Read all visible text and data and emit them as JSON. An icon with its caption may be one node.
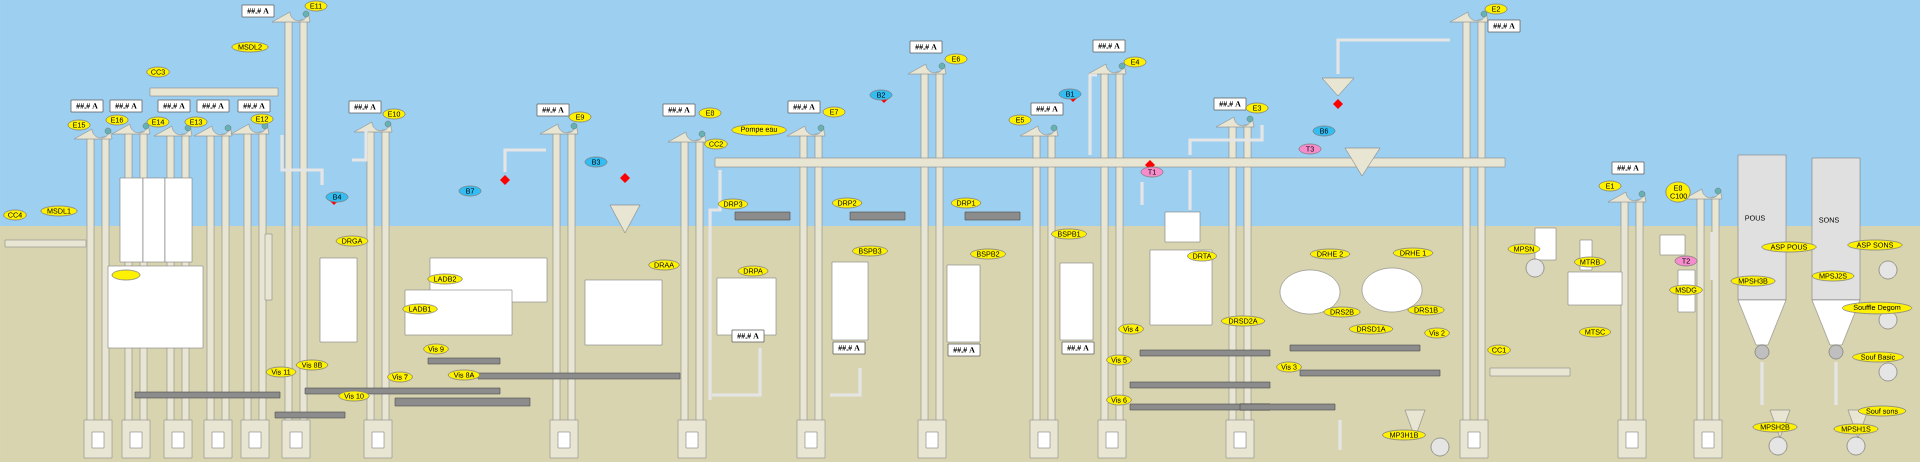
{
  "diagram": {
    "nodes": [
      {
        "text": [
          "##.# A"
        ]
      },
      {
        "text": [
          "E11"
        ]
      },
      {
        "text": [
          "E2"
        ]
      },
      {
        "text": [
          "##.# A"
        ]
      },
      {
        "text": [
          "##.# A"
        ]
      },
      {
        "text": [
          "##.# A"
        ]
      },
      {
        "text": [
          "MSDL2"
        ]
      },
      {
        "text": [
          "E6"
        ]
      },
      {
        "text": [
          "E4"
        ]
      },
      {
        "text": [
          "CC3"
        ]
      },
      {
        "text": [
          "B1"
        ]
      },
      {
        "text": [
          "B2"
        ]
      },
      {
        "text": [
          "##.# A"
        ]
      },
      {
        "text": [
          "##.# A"
        ]
      },
      {
        "text": [
          "##.# A"
        ]
      },
      {
        "text": [
          "##.# A"
        ]
      },
      {
        "text": [
          "##.# A"
        ]
      },
      {
        "text": [
          "##.# A"
        ]
      },
      {
        "text": [
          "##.# A"
        ]
      },
      {
        "text": [
          "##.# A"
        ]
      },
      {
        "text": [
          "E3"
        ]
      },
      {
        "text": [
          "##.# A"
        ]
      },
      {
        "text": [
          "##.# A"
        ]
      },
      {
        "text": [
          "##.# A"
        ]
      },
      {
        "text": [
          "E8"
        ]
      },
      {
        "text": [
          "E10"
        ]
      },
      {
        "text": [
          "E7"
        ]
      },
      {
        "text": [
          "E9"
        ]
      },
      {
        "text": [
          "E12"
        ]
      },
      {
        "text": [
          "E16"
        ]
      },
      {
        "text": [
          "E5"
        ]
      },
      {
        "text": [
          "E14"
        ]
      },
      {
        "text": [
          "E13"
        ]
      },
      {
        "text": [
          "E15"
        ]
      },
      {
        "text": [
          "Pompe eau"
        ]
      },
      {
        "text": [
          "B6"
        ]
      },
      {
        "text": [
          "CC2"
        ]
      },
      {
        "text": [
          "T3"
        ]
      },
      {
        "text": [
          "B3"
        ]
      },
      {
        "text": [
          "##.# A"
        ]
      },
      {
        "text": [
          "T1"
        ]
      },
      {
        "text": [
          "E1"
        ]
      },
      {
        "text": [
          "E8 C100"
        ]
      },
      {
        "text": [
          "B7"
        ]
      },
      {
        "text": [
          "B4"
        ]
      },
      {
        "text": [
          "DRP2"
        ]
      },
      {
        "text": [
          "DRP3"
        ]
      },
      {
        "text": [
          "DRP1"
        ]
      },
      {
        "text": [
          "MSDL1"
        ]
      },
      {
        "text": [
          "CC4"
        ]
      },
      {
        "text": [
          "POUS"
        ]
      },
      {
        "text": [
          "SONS"
        ]
      },
      {
        "text": [
          "BSPB1"
        ]
      },
      {
        "text": [
          "DRGA"
        ]
      },
      {
        "text": [
          "ASP SONS"
        ]
      },
      {
        "text": [
          "ASP POUS"
        ]
      },
      {
        "text": [
          "MPSN"
        ]
      },
      {
        "text": [
          "BSPB3"
        ]
      },
      {
        "text": [
          "DRHE 1"
        ]
      },
      {
        "text": [
          "DRHE 2"
        ]
      },
      {
        "text": [
          "BSPB2"
        ]
      },
      {
        "text": [
          "DRTA"
        ]
      },
      {
        "text": [
          "MTRB"
        ]
      },
      {
        "text": [
          "T2"
        ]
      },
      {
        "text": [
          "DRAA"
        ]
      },
      {
        "text": [
          "DRPA"
        ]
      },
      {
        "text": [],
        "shape": "ellipse"
      },
      {
        "text": [
          "MPSJ2S"
        ]
      },
      {
        "text": [
          "LADB2"
        ]
      },
      {
        "text": [
          "MPSH3B"
        ]
      },
      {
        "text": [
          "MSDG"
        ]
      },
      {
        "text": [
          "Souffle Degom"
        ]
      },
      {
        "text": [
          "LADB1"
        ]
      },
      {
        "text": [
          "DRS1B"
        ]
      },
      {
        "text": [
          "DRS2B"
        ]
      },
      {
        "text": [
          "DRSD2A"
        ]
      },
      {
        "text": [
          "Vis 4"
        ]
      },
      {
        "text": [
          "DRSD1A"
        ]
      },
      {
        "text": [
          "MTSC"
        ]
      },
      {
        "text": [
          "Vis 2"
        ]
      },
      {
        "text": [
          "##.# A"
        ]
      },
      {
        "text": [
          "##.# A"
        ]
      },
      {
        "text": [
          "##.# A"
        ]
      },
      {
        "text": [
          "##.# A"
        ]
      },
      {
        "text": [
          "Vis 9"
        ]
      },
      {
        "text": [
          "CC1"
        ]
      },
      {
        "text": [
          "Souf Basic"
        ]
      },
      {
        "text": [
          "Vis 5"
        ]
      },
      {
        "text": [
          "Vis 8B"
        ]
      },
      {
        "text": [
          "Vis 3"
        ]
      },
      {
        "text": [
          "Vis 11"
        ]
      },
      {
        "text": [
          "Vis 8A"
        ]
      },
      {
        "text": [
          "Vis 7"
        ]
      },
      {
        "text": [
          "Vis 10"
        ]
      },
      {
        "text": [
          "Vis 6"
        ]
      },
      {
        "text": [
          "Souf sons"
        ]
      },
      {
        "text": [
          "MPSH2B"
        ]
      },
      {
        "text": [
          "MPSH1S"
        ]
      },
      {
        "text": [
          "MP3H1B"
        ]
      }
    ]
  }
}
